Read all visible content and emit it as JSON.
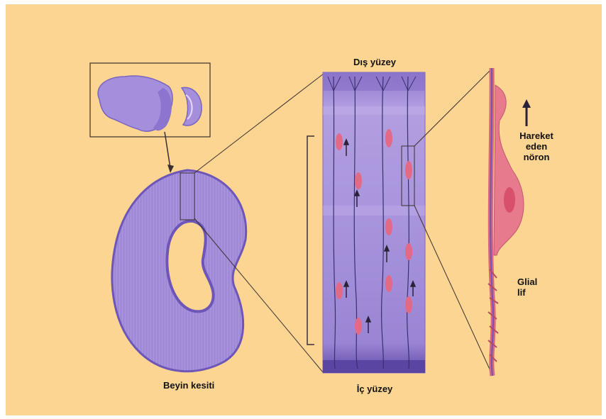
{
  "colors": {
    "background": "#fcd592",
    "tissue": "#9d88d6",
    "tissue_dark": "#6e56b8",
    "neuron": "#e66f86",
    "glial": "#e87a8e",
    "line": "#3a3030"
  },
  "labels": {
    "outer_surface": "Dış yüzey",
    "inner_surface": "İç yüzey",
    "brain_section": "Beyin kesiti",
    "moving_neuron_1": "Hareket",
    "moving_neuron_2": "eden",
    "moving_neuron_3": "nöron",
    "glial_fiber_1": "Glial",
    "glial_fiber_2": "lif"
  }
}
